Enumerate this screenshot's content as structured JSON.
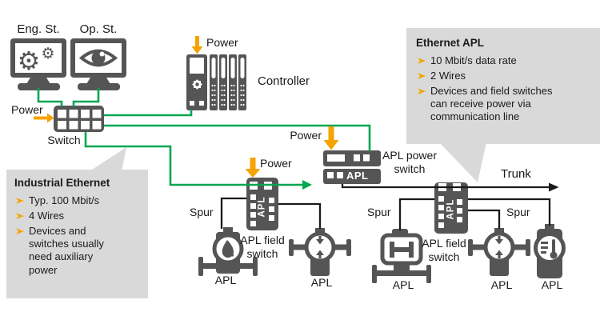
{
  "colors": {
    "node_gray": "#555555",
    "line_green": "#00A651",
    "power_orange": "#F5A300",
    "callout_bg": "#D9D9D9",
    "line_black": "#1A1A1A"
  },
  "stations": {
    "eng": "Eng. St.",
    "op": "Op. St."
  },
  "network_switch": {
    "label": "Switch",
    "power_label": "Power"
  },
  "controller": {
    "label": "Controller",
    "power_label": "Power"
  },
  "apl_power_switch": {
    "label_line1": "APL power",
    "label_line2": "switch",
    "power_label": "Power",
    "apl_text": "APL"
  },
  "field_switch_1": {
    "label_line1": "APL field",
    "label_line2": "switch",
    "power_label": "Power",
    "apl_text": "APL"
  },
  "field_switch_2": {
    "label_line1": "APL field",
    "label_line2": "switch",
    "apl_text": "APL"
  },
  "trunk_label": "Trunk",
  "spur_labels": [
    "Spur",
    "Spur",
    "Spur"
  ],
  "devices": [
    {
      "type": "flow-meter",
      "label": "APL"
    },
    {
      "type": "pressure-transmitter",
      "label": "APL"
    },
    {
      "type": "valve-actuator",
      "label": "APL"
    },
    {
      "type": "pressure-transmitter",
      "label": "APL"
    },
    {
      "type": "temperature-transmitter",
      "label": "APL"
    }
  ],
  "callout_industrial_ethernet": {
    "title": "Industrial Ethernet",
    "bullets": [
      "Typ. 100 Mbit/s",
      "4 Wires",
      "Devices and switches usually need auxiliary power"
    ]
  },
  "callout_ethernet_apl": {
    "title": "Ethernet APL",
    "bullets": [
      "10 Mbit/s data rate",
      "2 Wires",
      "Devices and field switches can receive power via communication line"
    ]
  }
}
